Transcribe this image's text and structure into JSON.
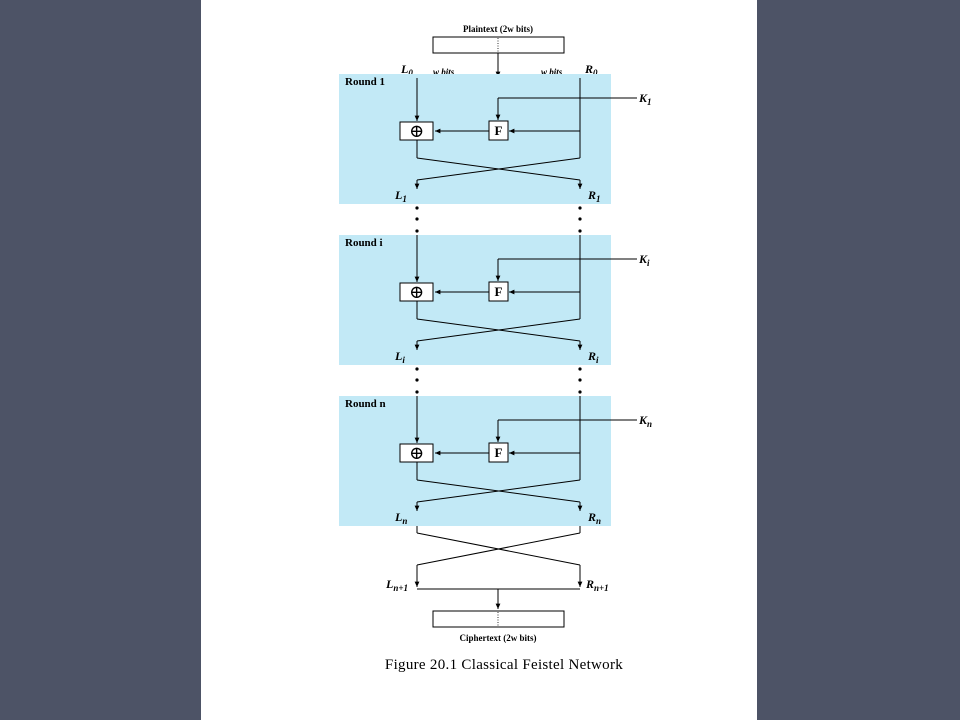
{
  "diagram": {
    "plaintext_label": "Plaintext (2w bits)",
    "ciphertext_label": "Ciphertext (2w bits)",
    "w_bits_left": "w bits",
    "w_bits_right": "w bits",
    "caption": "Figure 20.1 Classical Feistel Network",
    "f_label": "F",
    "xor_symbol": "⊕",
    "L0": {
      "base": "L",
      "sub": "0"
    },
    "R0": {
      "base": "R",
      "sub": "0"
    },
    "rounds": [
      {
        "title": "Round 1",
        "key": {
          "base": "K",
          "sub": "1"
        },
        "out_left": {
          "base": "L",
          "sub": "1"
        },
        "out_right": {
          "base": "R",
          "sub": "1"
        }
      },
      {
        "title": "Round i",
        "key": {
          "base": "K",
          "sub": "i"
        },
        "out_left": {
          "base": "L",
          "sub": "i"
        },
        "out_right": {
          "base": "R",
          "sub": "i"
        }
      },
      {
        "title": "Round n",
        "key": {
          "base": "K",
          "sub": "n"
        },
        "out_left": {
          "base": "L",
          "sub": "n"
        },
        "out_right": {
          "base": "R",
          "sub": "n"
        }
      }
    ],
    "final_left": {
      "base": "L",
      "sub": "n+1"
    },
    "final_right": {
      "base": "R",
      "sub": "n+1"
    }
  },
  "colors": {
    "background": "#4d5366",
    "page": "#ffffff",
    "round_fill": "#c2e9f6",
    "line": "#000000"
  }
}
